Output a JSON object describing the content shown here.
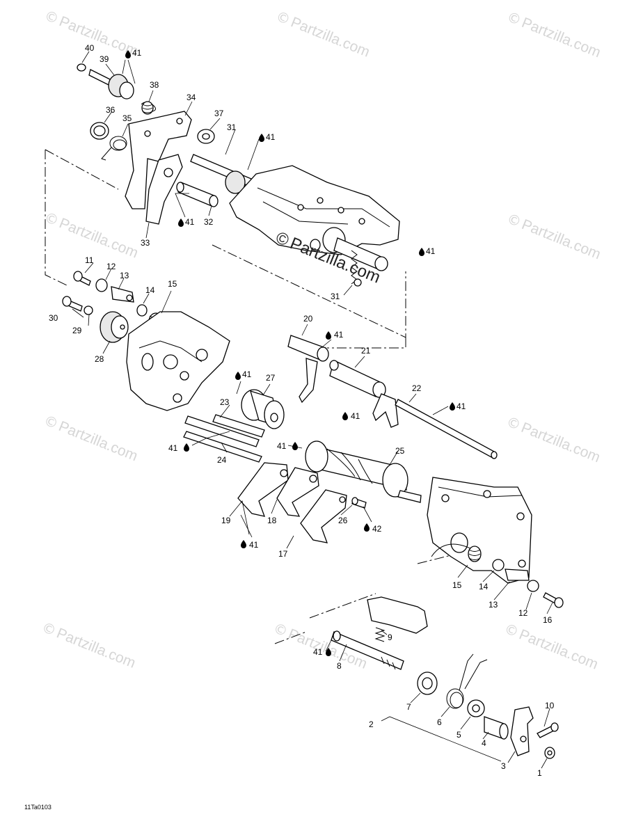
{
  "drawing_code": "11Ta0103",
  "watermark": {
    "text": "Partzilla.com",
    "center_text": "Partzilla.com",
    "symbol": "©"
  },
  "callouts": {
    "c1": "1",
    "c2": "2",
    "c3": "3",
    "c4": "4",
    "c5": "5",
    "c6": "6",
    "c7": "7",
    "c8": "8",
    "c9": "9",
    "c10": "10",
    "c11": "11",
    "c12a": "12",
    "c12b": "12",
    "c13a": "13",
    "c13b": "13",
    "c14a": "14",
    "c14b": "14",
    "c15a": "15",
    "c15b": "15",
    "c16": "16",
    "c17": "17",
    "c18": "18",
    "c19": "19",
    "c20": "20",
    "c21": "21",
    "c22": "22",
    "c23": "23",
    "c24": "24",
    "c25": "25",
    "c26": "26",
    "c27": "27",
    "c28": "28",
    "c29": "29",
    "c30": "30",
    "c31a": "31",
    "c31b": "31",
    "c32": "32",
    "c33": "33",
    "c34": "34",
    "c35": "35",
    "c36": "36",
    "c37": "37",
    "c38": "38",
    "c39": "39",
    "c40": "40",
    "l41a": "41",
    "l41b": "41",
    "l41c": "41",
    "l41d": "41",
    "l41e": "41",
    "l41f": "41",
    "l41g": "41",
    "l41h": "41",
    "l41i": "41",
    "l41j": "41",
    "l41k": "41",
    "l41l": "41",
    "l42": "42"
  }
}
